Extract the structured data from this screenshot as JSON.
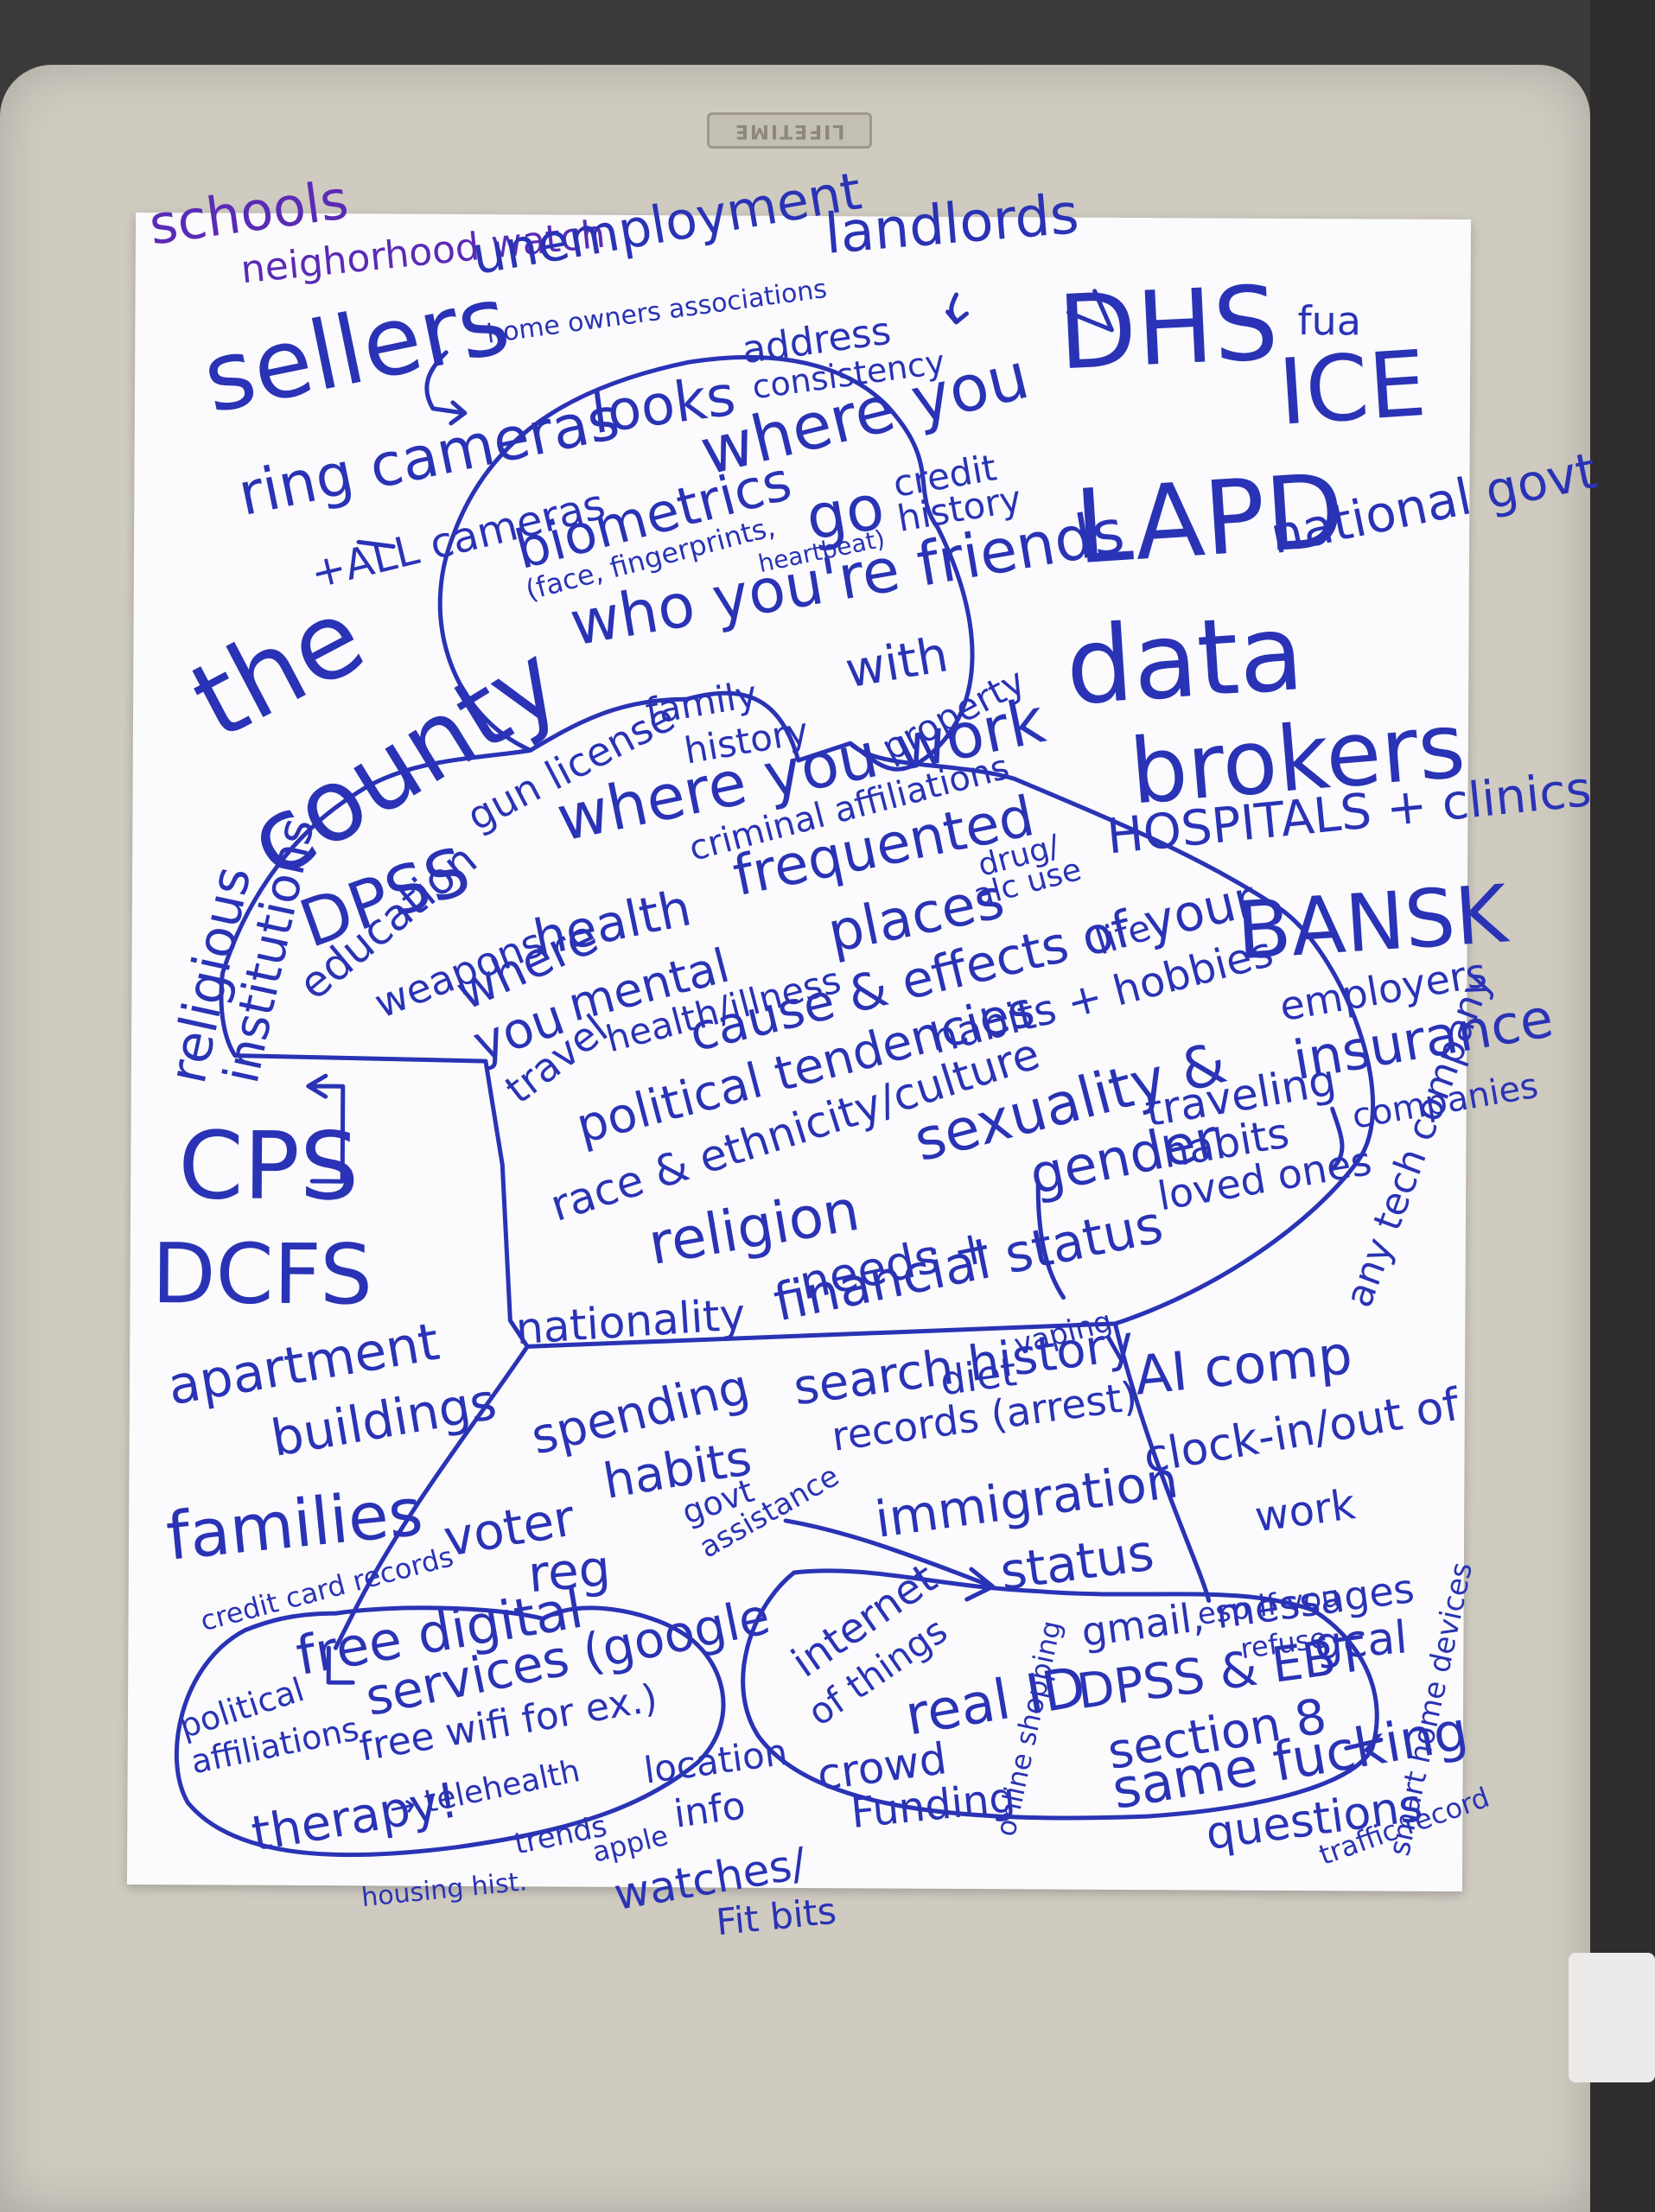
{
  "logo": {
    "text": "LIFETIME",
    "color": "#8d877d"
  },
  "colors": {
    "ink_blue": "#2a33b5",
    "ink_purple": "#5a2bb5",
    "paper": "#fbfbfd",
    "table": "#cfcbc1"
  },
  "poster": {
    "outside": {
      "schools": "schools",
      "neighborhood_watch": "neighorhood watch",
      "unemployment": "unemployment",
      "home_owners": "home owners associations",
      "landlords": "landlords",
      "sellers": "sellers",
      "ring_cameras": "ring cameras",
      "all_cameras": "+ALL cameras",
      "dhs": "DHS",
      "fua": "fua",
      "ice": "ICE",
      "lapd": "LAPD",
      "national_govt": "national govt",
      "data": "data",
      "brokers": "brokers",
      "hospitals": "HOSPITALS + clinics",
      "the": "the",
      "county": "county",
      "dpss": "DPSS",
      "religious": "religious",
      "institutions": "institutions",
      "bank": "BANSK",
      "employers": "employers",
      "insurance": "insurance",
      "companies": "companies",
      "any_tech": "any tech company",
      "cps": "CPS",
      "dcfs": "DCFS",
      "apartment": "apartment",
      "buildings": "buildings",
      "families": "families",
      "ai_comp": "AI comp",
      "clock_in": "clock-in/out of",
      "work": "work",
      "esp_if": "esp if you",
      "refuse": "refuse",
      "smart_home": "smart home devices",
      "traffic_record": "traffic record"
    },
    "head": {
      "looks": "looks",
      "address": "address",
      "consistency": "consistency",
      "where_you": "where you",
      "go": "go",
      "credit": "credit",
      "history": "history",
      "biometrics": "biometrics",
      "face": "(face, fingerprints,",
      "heartbeat": "heartbeat)",
      "who_youre": "who you're friends",
      "with": "with",
      "family": "family",
      "family_history": "history",
      "property": "property"
    },
    "torso": {
      "gun_license": "gun license",
      "where_you_work": "where you work",
      "criminal": "criminal affiliations",
      "education": "education",
      "weapons": "weapons",
      "health": "health",
      "frequented": "frequented",
      "drug": "drug/",
      "alc_use": "alc use",
      "places": "places",
      "where": "where",
      "you": "you",
      "travel": "travel",
      "mental": "mental",
      "health_illness": "health/illness",
      "cause_effects": "cause & effects of your",
      "life": "life",
      "political_tendencies": "political tendencies",
      "habits_hobbies": "habits + hobbies",
      "race": "race & ethnicity/culture",
      "sexuality": "sexuality &",
      "gender": "gender",
      "religion": "religion",
      "traveling": "traveling",
      "habits": "habits",
      "loved_ones": "loved ones",
      "needs": "needs +",
      "financial_status": "financial status",
      "nationality": "nationality",
      "diet": "diet",
      "vaping": "vaping"
    },
    "lower": {
      "spending": "spending",
      "spending_habits": "habits",
      "search_history": "search history",
      "records_arrest": "records (arrest)",
      "voter": "voter",
      "reg": "reg",
      "govt": "govt",
      "assistance": "assistance",
      "immigration": "immigration",
      "status": "status",
      "credit_card": "credit card records",
      "free_digital": "free digital",
      "political": "political",
      "affiliations": "affiliations",
      "services": "services (google",
      "free_wifi": "free wifi for ex.)",
      "location": "location",
      "info": "info",
      "therapy": "therapy!",
      "telehealth": "→ telehealth",
      "trends": "trends",
      "apple": "apple",
      "housing_hist": "housing hist.",
      "internet": "internet",
      "of_things": "of things",
      "watches": "watches/",
      "fitbits": "Fit bits",
      "real_id": "real ID",
      "gmail": "gmail, messages",
      "gcal": "gcal",
      "dpss_ebt": "DPSS & EBT",
      "section8": "section 8",
      "crowd": "crowd",
      "funding": "Funding",
      "online_shopping": "online shopping",
      "same_questions": "same fucking",
      "questions": "questions"
    }
  }
}
